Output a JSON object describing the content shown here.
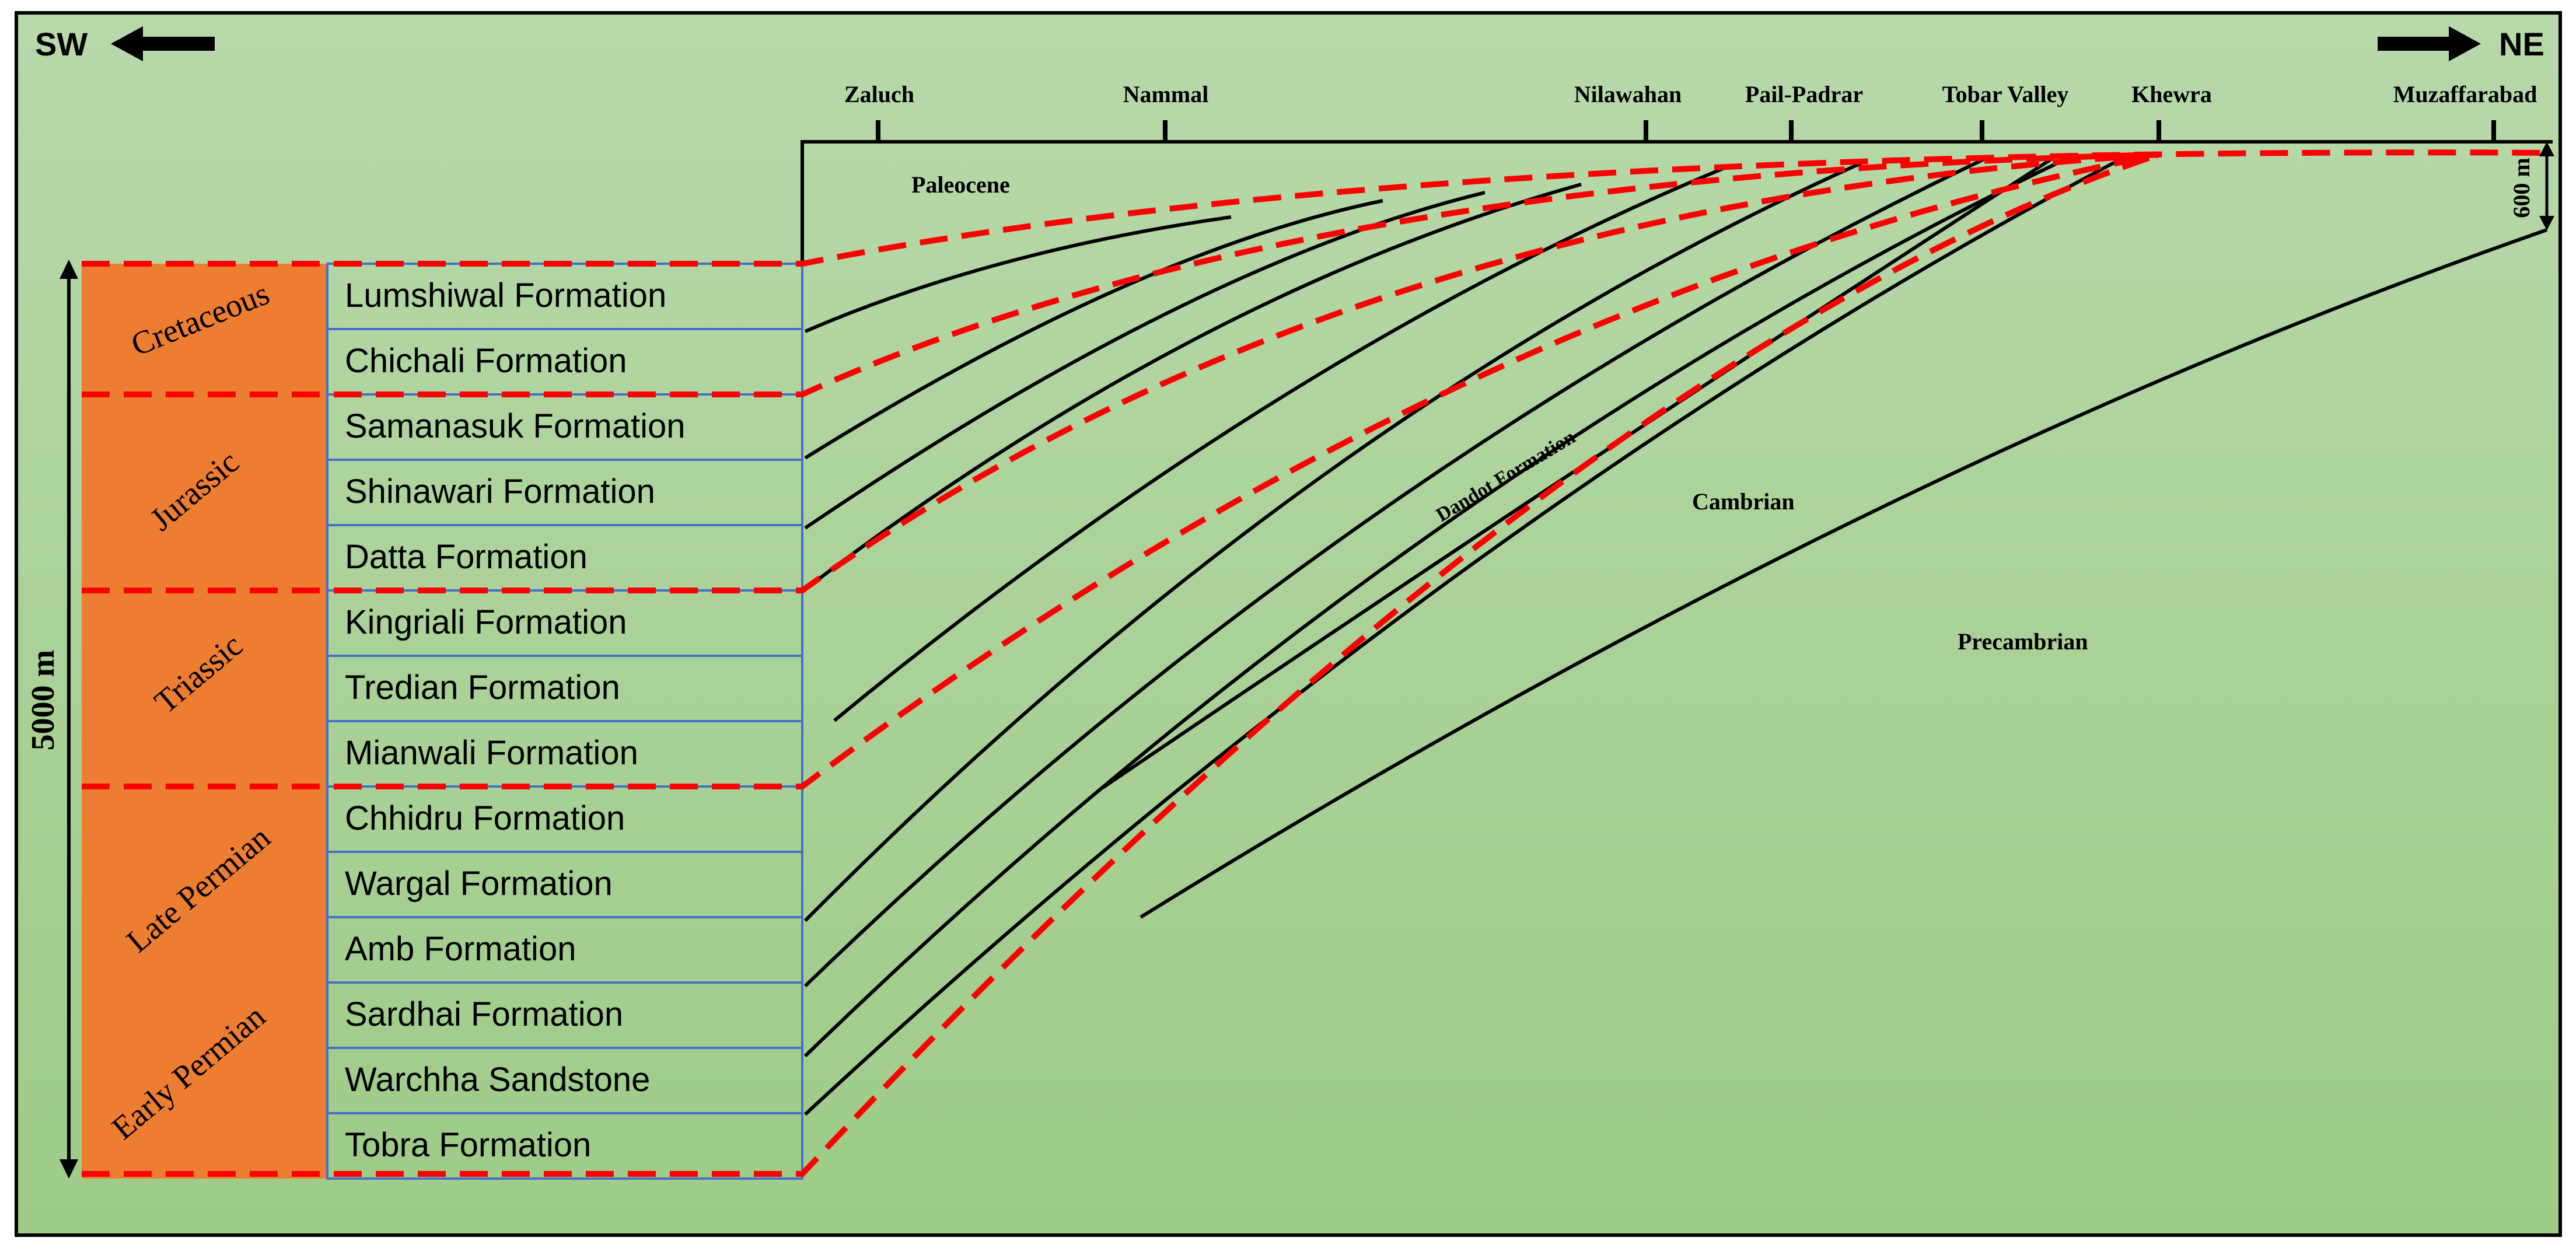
{
  "directions": {
    "left": "SW",
    "right": "NE"
  },
  "localities": [
    "Zaluch",
    "Nammal",
    "Nilawahan",
    "Pail-Padrar",
    "Tobar Valley",
    "Khewra",
    "Muzaffarabad"
  ],
  "scale_labels": {
    "total_thickness": "5000 m",
    "wedge_thickness": "600 m"
  },
  "periods": [
    "Cretaceous",
    "Jurassic",
    "Triassic",
    "Late Permian",
    "Early Permian"
  ],
  "formations": [
    "Lumshiwal Formation",
    "Chichali Formation",
    "Samanasuk Formation",
    "Shinawari Formation",
    "Datta Formation",
    "Kingriali Formation",
    "Tredian Formation",
    "Mianwali Formation",
    "Chhidru Formation",
    "Wargal Formation",
    "Amb Formation",
    "Sardhai Formation",
    "Warchha Sandstone",
    "Tobra Formation"
  ],
  "section_labels": {
    "paleocene": "Paleocene",
    "dandot": "Dandot Formation",
    "cambrian": "Cambrian",
    "precambrian": "Precambrian"
  },
  "colors": {
    "background_top": "#b8d9ab",
    "background_bottom": "#9ecb87",
    "period_fill": "#ed7d31",
    "boundary_red": "#ff0000",
    "table_border": "#4472c4",
    "line_black": "#000000"
  }
}
